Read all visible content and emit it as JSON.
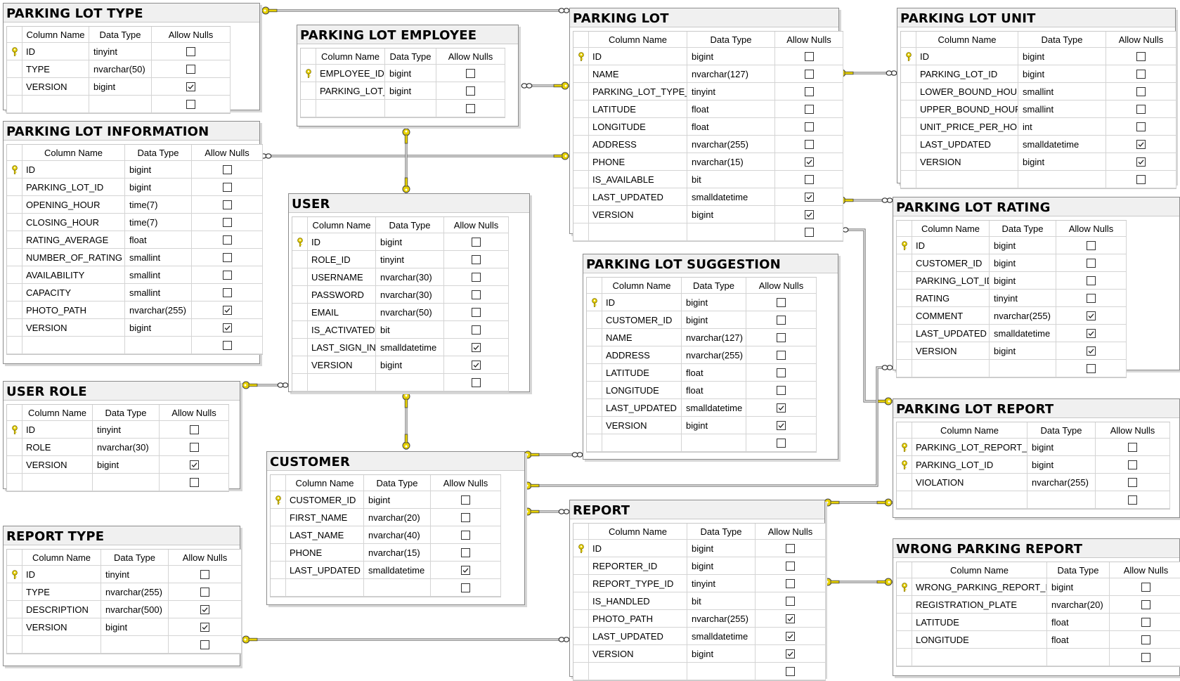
{
  "headers": {
    "column_name": "Column Name",
    "data_type": "Data Type",
    "allow_nulls": "Allow Nulls"
  },
  "colors": {
    "relationship_line": "#6b6b6b",
    "key_icon": "#e8d200",
    "title_bar": "#f0f0f0"
  },
  "tables": [
    {
      "id": "parking-lot-type",
      "title": "PARKING LOT TYPE",
      "rows": [
        {
          "name": "ID",
          "type": "tinyint",
          "null": false,
          "pk": true
        },
        {
          "name": "TYPE",
          "type": "nvarchar(50)",
          "null": false
        },
        {
          "name": "VERSION",
          "type": "bigint",
          "null": true
        }
      ]
    },
    {
      "id": "parking-lot-employee",
      "title": "PARKING LOT EMPLOYEE",
      "rows": [
        {
          "name": "EMPLOYEE_ID",
          "type": "bigint",
          "null": false,
          "pk": true
        },
        {
          "name": "PARKING_LOT_ID",
          "type": "bigint",
          "null": false
        }
      ]
    },
    {
      "id": "parking-lot",
      "title": "PARKING LOT",
      "rows": [
        {
          "name": "ID",
          "type": "bigint",
          "null": false,
          "pk": true
        },
        {
          "name": "NAME",
          "type": "nvarchar(127)",
          "null": false
        },
        {
          "name": "PARKING_LOT_TYPE_ID",
          "type": "tinyint",
          "null": false
        },
        {
          "name": "LATITUDE",
          "type": "float",
          "null": false
        },
        {
          "name": "LONGITUDE",
          "type": "float",
          "null": false
        },
        {
          "name": "ADDRESS",
          "type": "nvarchar(255)",
          "null": false
        },
        {
          "name": "PHONE",
          "type": "nvarchar(15)",
          "null": true
        },
        {
          "name": "IS_AVAILABLE",
          "type": "bit",
          "null": false
        },
        {
          "name": "LAST_UPDATED",
          "type": "smalldatetime",
          "null": true
        },
        {
          "name": "VERSION",
          "type": "bigint",
          "null": true
        }
      ]
    },
    {
      "id": "parking-lot-unit",
      "title": "PARKING LOT UNIT",
      "rows": [
        {
          "name": "ID",
          "type": "bigint",
          "null": false,
          "pk": true
        },
        {
          "name": "PARKING_LOT_ID",
          "type": "bigint",
          "null": false
        },
        {
          "name": "LOWER_BOUND_HOUR",
          "type": "smallint",
          "null": false
        },
        {
          "name": "UPPER_BOUND_HOUR",
          "type": "smallint",
          "null": false
        },
        {
          "name": "UNIT_PRICE_PER_HOUR",
          "type": "int",
          "null": false
        },
        {
          "name": "LAST_UPDATED",
          "type": "smalldatetime",
          "null": true
        },
        {
          "name": "VERSION",
          "type": "bigint",
          "null": true
        }
      ]
    },
    {
      "id": "parking-lot-information",
      "title": "PARKING LOT INFORMATION",
      "rows": [
        {
          "name": "ID",
          "type": "bigint",
          "null": false,
          "pk": true
        },
        {
          "name": "PARKING_LOT_ID",
          "type": "bigint",
          "null": false
        },
        {
          "name": "OPENING_HOUR",
          "type": "time(7)",
          "null": false
        },
        {
          "name": "CLOSING_HOUR",
          "type": "time(7)",
          "null": false
        },
        {
          "name": "RATING_AVERAGE",
          "type": "float",
          "null": false
        },
        {
          "name": "NUMBER_OF_RATING",
          "type": "smallint",
          "null": false
        },
        {
          "name": "AVAILABILITY",
          "type": "smallint",
          "null": false
        },
        {
          "name": "CAPACITY",
          "type": "smallint",
          "null": false
        },
        {
          "name": "PHOTO_PATH",
          "type": "nvarchar(255)",
          "null": true
        },
        {
          "name": "VERSION",
          "type": "bigint",
          "null": true
        }
      ]
    },
    {
      "id": "user",
      "title": "USER",
      "rows": [
        {
          "name": "ID",
          "type": "bigint",
          "null": false,
          "pk": true
        },
        {
          "name": "ROLE_ID",
          "type": "tinyint",
          "null": false
        },
        {
          "name": "USERNAME",
          "type": "nvarchar(30)",
          "null": false
        },
        {
          "name": "PASSWORD",
          "type": "nvarchar(30)",
          "null": false
        },
        {
          "name": "EMAIL",
          "type": "nvarchar(50)",
          "null": false
        },
        {
          "name": "IS_ACTIVATED",
          "type": "bit",
          "null": false
        },
        {
          "name": "LAST_SIGN_IN",
          "type": "smalldatetime",
          "null": true
        },
        {
          "name": "VERSION",
          "type": "bigint",
          "null": true
        }
      ]
    },
    {
      "id": "parking-lot-rating",
      "title": "PARKING LOT RATING",
      "rows": [
        {
          "name": "ID",
          "type": "bigint",
          "null": false,
          "pk": true
        },
        {
          "name": "CUSTOMER_ID",
          "type": "bigint",
          "null": false
        },
        {
          "name": "PARKING_LOT_ID",
          "type": "bigint",
          "null": false
        },
        {
          "name": "RATING",
          "type": "tinyint",
          "null": false
        },
        {
          "name": "COMMENT",
          "type": "nvarchar(255)",
          "null": true
        },
        {
          "name": "LAST_UPDATED",
          "type": "smalldatetime",
          "null": true
        },
        {
          "name": "VERSION",
          "type": "bigint",
          "null": true
        }
      ]
    },
    {
      "id": "parking-lot-suggestion",
      "title": "PARKING LOT SUGGESTION",
      "rows": [
        {
          "name": "ID",
          "type": "bigint",
          "null": false,
          "pk": true
        },
        {
          "name": "CUSTOMER_ID",
          "type": "bigint",
          "null": false
        },
        {
          "name": "NAME",
          "type": "nvarchar(127)",
          "null": false
        },
        {
          "name": "ADDRESS",
          "type": "nvarchar(255)",
          "null": false
        },
        {
          "name": "LATITUDE",
          "type": "float",
          "null": false
        },
        {
          "name": "LONGITUDE",
          "type": "float",
          "null": false
        },
        {
          "name": "LAST_UPDATED",
          "type": "smalldatetime",
          "null": true
        },
        {
          "name": "VERSION",
          "type": "bigint",
          "null": true
        }
      ]
    },
    {
      "id": "user-role",
      "title": "USER ROLE",
      "rows": [
        {
          "name": "ID",
          "type": "tinyint",
          "null": false,
          "pk": true
        },
        {
          "name": "ROLE",
          "type": "nvarchar(30)",
          "null": false
        },
        {
          "name": "VERSION",
          "type": "bigint",
          "null": true
        }
      ]
    },
    {
      "id": "parking-lot-report",
      "title": "PARKING LOT REPORT",
      "rows": [
        {
          "name": "PARKING_LOT_REPORT_ID",
          "type": "bigint",
          "null": false,
          "pk": true
        },
        {
          "name": "PARKING_LOT_ID",
          "type": "bigint",
          "null": false,
          "pk": true
        },
        {
          "name": "VIOLATION",
          "type": "nvarchar(255)",
          "null": false
        }
      ]
    },
    {
      "id": "customer",
      "title": "CUSTOMER",
      "rows": [
        {
          "name": "CUSTOMER_ID",
          "type": "bigint",
          "null": false,
          "pk": true
        },
        {
          "name": "FIRST_NAME",
          "type": "nvarchar(20)",
          "null": false
        },
        {
          "name": "LAST_NAME",
          "type": "nvarchar(40)",
          "null": false
        },
        {
          "name": "PHONE",
          "type": "nvarchar(15)",
          "null": false
        },
        {
          "name": "LAST_UPDATED",
          "type": "smalldatetime",
          "null": true
        }
      ]
    },
    {
      "id": "report",
      "title": "REPORT",
      "rows": [
        {
          "name": "ID",
          "type": "bigint",
          "null": false,
          "pk": true
        },
        {
          "name": "REPORTER_ID",
          "type": "bigint",
          "null": false
        },
        {
          "name": "REPORT_TYPE_ID",
          "type": "tinyint",
          "null": false
        },
        {
          "name": "IS_HANDLED",
          "type": "bit",
          "null": false
        },
        {
          "name": "PHOTO_PATH",
          "type": "nvarchar(255)",
          "null": true
        },
        {
          "name": "LAST_UPDATED",
          "type": "smalldatetime",
          "null": true
        },
        {
          "name": "VERSION",
          "type": "bigint",
          "null": true
        }
      ]
    },
    {
      "id": "report-type",
      "title": "REPORT TYPE",
      "rows": [
        {
          "name": "ID",
          "type": "tinyint",
          "null": false,
          "pk": true
        },
        {
          "name": "TYPE",
          "type": "nvarchar(255)",
          "null": false
        },
        {
          "name": "DESCRIPTION",
          "type": "nvarchar(500)",
          "null": true
        },
        {
          "name": "VERSION",
          "type": "bigint",
          "null": true
        }
      ]
    },
    {
      "id": "wrong-parking-report",
      "title": "WRONG PARKING REPORT",
      "rows": [
        {
          "name": "WRONG_PARKING_REPORT_ID",
          "type": "bigint",
          "null": false,
          "pk": true
        },
        {
          "name": "REGISTRATION_PLATE",
          "type": "nvarchar(20)",
          "null": false
        },
        {
          "name": "LATITUDE",
          "type": "float",
          "null": false
        },
        {
          "name": "LONGITUDE",
          "type": "float",
          "null": false
        }
      ]
    }
  ],
  "relationships": [
    {
      "from": "parking-lot-type",
      "to": "parking-lot"
    },
    {
      "from": "parking-lot",
      "to": "parking-lot-employee"
    },
    {
      "from": "parking-lot",
      "to": "parking-lot-information"
    },
    {
      "from": "parking-lot",
      "to": "parking-lot-unit"
    },
    {
      "from": "parking-lot",
      "to": "parking-lot-rating"
    },
    {
      "from": "parking-lot",
      "to": "parking-lot-report"
    },
    {
      "from": "user",
      "to": "parking-lot-employee"
    },
    {
      "from": "user-role",
      "to": "user"
    },
    {
      "from": "user",
      "to": "customer"
    },
    {
      "from": "customer",
      "to": "parking-lot-suggestion"
    },
    {
      "from": "customer",
      "to": "parking-lot-rating"
    },
    {
      "from": "customer",
      "to": "report"
    },
    {
      "from": "report",
      "to": "parking-lot-report"
    },
    {
      "from": "report",
      "to": "wrong-parking-report"
    },
    {
      "from": "report-type",
      "to": "report"
    }
  ]
}
